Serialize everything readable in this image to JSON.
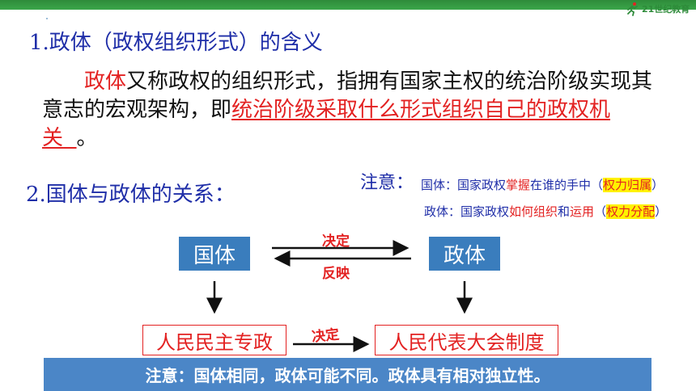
{
  "logo": {
    "text": "21世纪教育"
  },
  "section1": {
    "heading": "1.政体（政权组织形式）的含义",
    "para_part1": "政体",
    "para_part2": "又称政权的组织形式，指拥有国家主权的统治阶级实现其意志的宏观架构，即",
    "para_part3": "统治阶级采取什么形式组织自己的政权机关",
    "para_part4": "。"
  },
  "section2": {
    "heading": "2.国体与政体的关系："
  },
  "note": {
    "title": "注意：",
    "line1": {
      "prefix": "国体：国家政权",
      "red1": "掌握",
      "mid": "在谁的手中（",
      "highlight": "权力归属",
      "suffix": "）"
    },
    "line2": {
      "prefix": "政体：国家政权",
      "red1": "如何组织",
      "mid1": "和",
      "red2": "运用",
      "mid2": "（",
      "highlight": "权力分配",
      "suffix": "）"
    }
  },
  "diagram": {
    "box_guoti": "国体",
    "box_zhengti": "政体",
    "arrow_top_label": "决定",
    "arrow_bottom_label": "反映",
    "box_left_bottom": "人民民主专政",
    "box_right_bottom": "人民代表大会制度",
    "arrow_mid_label": "决定"
  },
  "bottom_note": "注意：国体相同，政体可能不同。政体具有相对独立性。",
  "colors": {
    "blue_text": "#1f2ea8",
    "red": "#e32222",
    "box_blue": "#3a7dbd",
    "bar_blue": "#4b86c7",
    "highlight": "#fff200"
  }
}
